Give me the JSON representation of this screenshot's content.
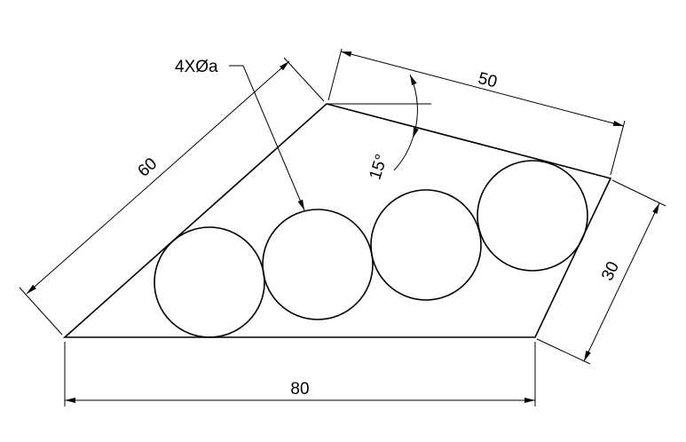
{
  "diagram": {
    "callout": "4XØa",
    "dims": {
      "bottom": "80",
      "left": "60",
      "top": "50",
      "right": "30",
      "angle": "15°"
    }
  }
}
